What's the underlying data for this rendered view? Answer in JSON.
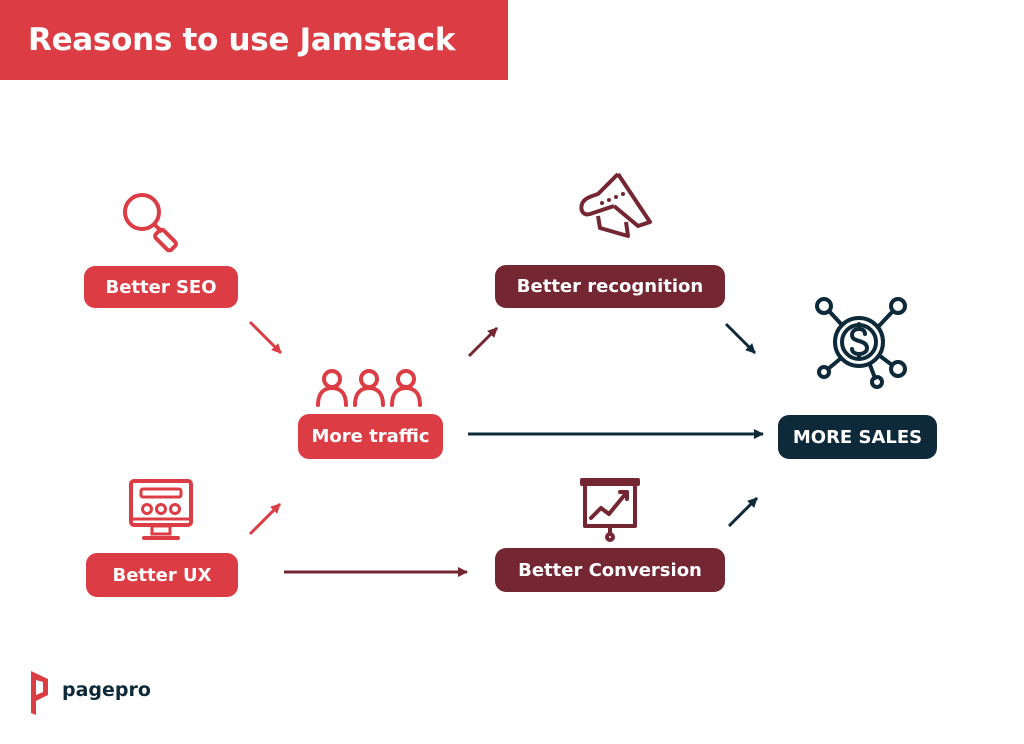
{
  "title": "Reasons to use Jamstack",
  "nodes": {
    "better_seo": "Better SEO",
    "better_ux": "Better UX",
    "more_traffic": "More traffic",
    "better_recognition": "Better recognition",
    "better_conversion": "Better Conversion",
    "more_sales": "MORE SALES"
  },
  "icons": {
    "better_seo": "magnifier-icon",
    "better_ux": "monitor-icon",
    "more_traffic": "people-icon",
    "better_recognition": "megaphone-icon",
    "better_conversion": "presentation-chart-icon",
    "more_sales": "dollar-network-icon"
  },
  "colors": {
    "red": "#dc3c44",
    "maroon": "#742632",
    "navy": "#0e2a3a",
    "white": "#ffffff"
  },
  "brand": {
    "name": "pagepro"
  }
}
